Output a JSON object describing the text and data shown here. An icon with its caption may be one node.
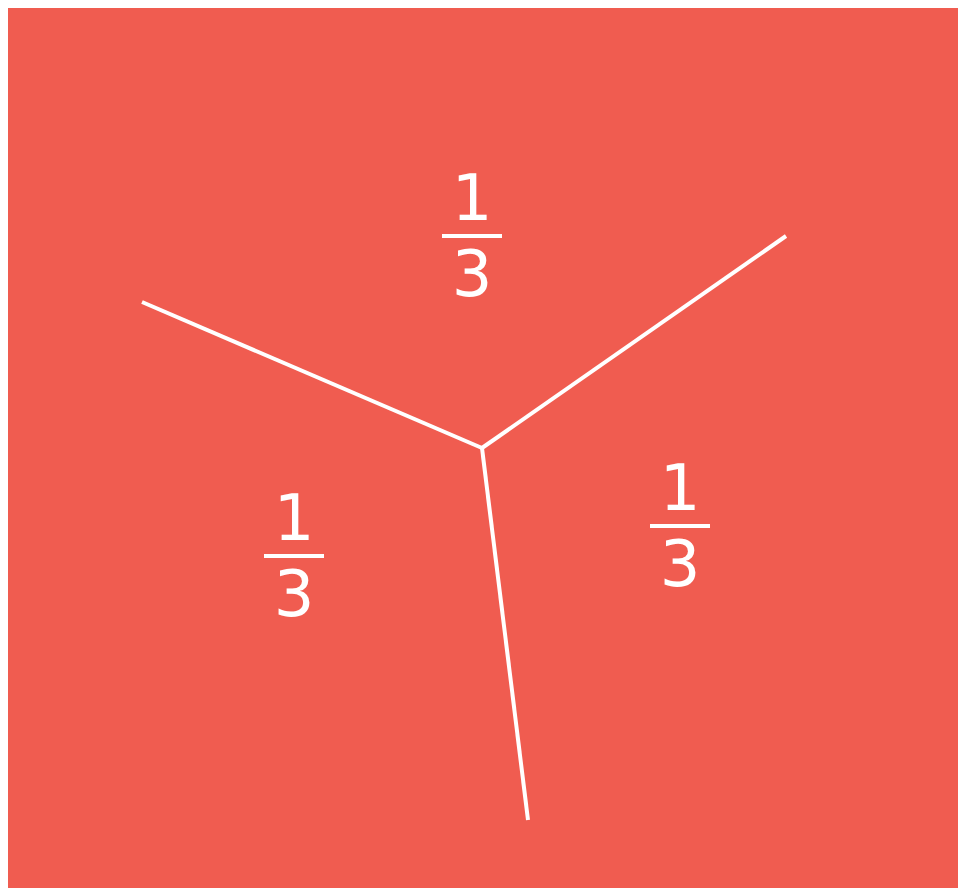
{
  "diagram": {
    "labels": [
      "1/3",
      "1/3",
      "1/3"
    ]
  }
}
